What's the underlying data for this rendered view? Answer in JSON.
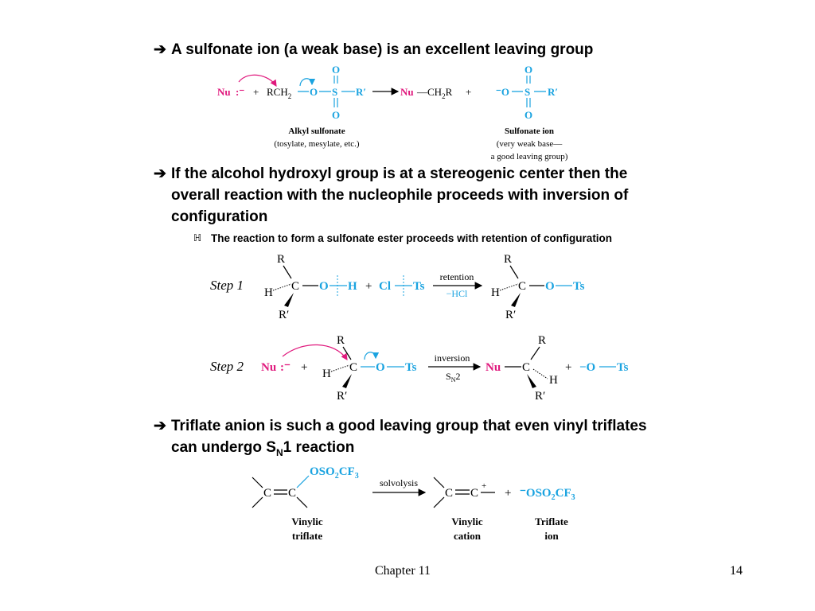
{
  "slide": {
    "bullet1": "A sulfonate ion (a weak base) is an excellent leaving group",
    "bullet2_line1": "If the alcohol hydroxyl group is at a stereogenic center then the",
    "bullet2_line2": "overall reaction with the nucleophile proceeds with inversion of",
    "bullet2_line3": "configuration",
    "subbullet": "The reaction to form a sulfonate ester proceeds with retention of configuration",
    "bullet3_line1": "Triflate anion is such a good leaving group that even vinyl triflates",
    "bullet3_line2_pre": "can undergo S",
    "bullet3_line2_sub": "N",
    "bullet3_line2_post": "1 reaction",
    "bullet_arrow_icon": "➔",
    "sub_bullet_icon": "ℍ"
  },
  "scheme1": {
    "nu": "Nu",
    "plus": "+",
    "rch2": "RCH",
    "sub2": "2",
    "o": "O",
    "s": "S",
    "r_prime": "R′",
    "product_nu": "Nu",
    "product_rest": "—CH",
    "product_r": "R",
    "anion_o": "⁻O",
    "label_left_1": "Alkyl sulfonate",
    "label_left_2": "(tosylate, mesylate, etc.)",
    "label_right_1": "Sulfonate ion",
    "label_right_2": "(very weak base—",
    "label_right_3": "a good leaving group)"
  },
  "step1": {
    "label": "Step 1",
    "r": "R",
    "r_prime": "R′",
    "h": "H",
    "c": "C",
    "o": "O",
    "hh": "H",
    "plus": "+",
    "cl": "Cl",
    "ts": "Ts",
    "arrow_top": "retention",
    "arrow_bottom": "−HCl",
    "p_r": "R",
    "p_h": "H",
    "p_c": "C",
    "p_o": "O",
    "p_ts": "Ts",
    "p_r_prime": "R′"
  },
  "step2": {
    "label": "Step 2",
    "nu": "Nu",
    "plus": "+",
    "r": "R",
    "h": "H",
    "c": "C",
    "o": "O",
    "ts": "Ts",
    "r_prime": "R′",
    "arrow_top": "inversion",
    "arrow_bottom_s": "S",
    "arrow_bottom_sub": "N",
    "arrow_bottom_post": "2",
    "p_nu": "Nu",
    "p_c": "C",
    "p_r": "R",
    "p_h": "H",
    "p_r_prime": "R′",
    "plus2": "+",
    "anion": "−O",
    "anion_ts": "Ts"
  },
  "scheme3": {
    "c1": "C",
    "c2": "C",
    "group": "OSO",
    "group_sub": "2",
    "group_cf": "CF",
    "group_sub3": "3",
    "arrow_label": "solvolysis",
    "cation_c1": "C",
    "cation_c2": "C",
    "plus_charge": "+",
    "plus": "+",
    "anion": "⁻OSO",
    "anion_sub": "2",
    "anion_cf": "CF",
    "anion_sub3": "3",
    "label1_a": "Vinylic",
    "label1_b": "triflate",
    "label2_a": "Vinylic",
    "label2_b": "cation",
    "label3_a": "Triflate",
    "label3_b": "ion"
  },
  "footer": {
    "chapter": "Chapter 11",
    "page": "14"
  },
  "colors": {
    "nucleophile": "#e0197d",
    "leaving_group": "#1aa3e0",
    "text": "#000000"
  }
}
